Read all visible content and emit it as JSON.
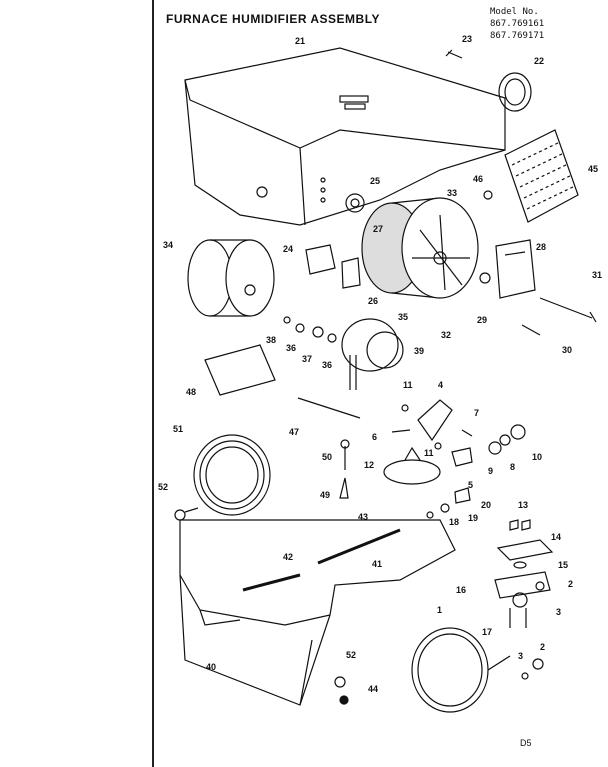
{
  "title": "FURNACE HUMIDIFIER ASSEMBLY",
  "model": {
    "label": "Model No.",
    "numbers": [
      "867.769161",
      "867.769171"
    ]
  },
  "code": "D5",
  "parts": [
    {
      "id": "p21",
      "label": "21"
    },
    {
      "id": "p23",
      "label": "23"
    },
    {
      "id": "p22",
      "label": "22"
    },
    {
      "id": "p25",
      "label": "25"
    },
    {
      "id": "p33",
      "label": "33"
    },
    {
      "id": "p46",
      "label": "46"
    },
    {
      "id": "p45",
      "label": "45"
    },
    {
      "id": "p27",
      "label": "27"
    },
    {
      "id": "p34",
      "label": "34"
    },
    {
      "id": "p24",
      "label": "24"
    },
    {
      "id": "p28",
      "label": "28"
    },
    {
      "id": "p31",
      "label": "31"
    },
    {
      "id": "p26",
      "label": "26"
    },
    {
      "id": "p32",
      "label": "32"
    },
    {
      "id": "p29",
      "label": "29"
    },
    {
      "id": "p35",
      "label": "35"
    },
    {
      "id": "p30",
      "label": "30"
    },
    {
      "id": "p38a",
      "label": "38"
    },
    {
      "id": "p36a",
      "label": "36"
    },
    {
      "id": "p37",
      "label": "37"
    },
    {
      "id": "p36b",
      "label": "36"
    },
    {
      "id": "p39",
      "label": "39"
    },
    {
      "id": "p48",
      "label": "48"
    },
    {
      "id": "p11a",
      "label": "11"
    },
    {
      "id": "p4",
      "label": "4"
    },
    {
      "id": "p7",
      "label": "7"
    },
    {
      "id": "p47",
      "label": "47"
    },
    {
      "id": "p6",
      "label": "6"
    },
    {
      "id": "p51",
      "label": "51"
    },
    {
      "id": "p11b",
      "label": "11"
    },
    {
      "id": "p12",
      "label": "12"
    },
    {
      "id": "p9",
      "label": "9"
    },
    {
      "id": "p8",
      "label": "8"
    },
    {
      "id": "p10",
      "label": "10"
    },
    {
      "id": "p50",
      "label": "50"
    },
    {
      "id": "p5",
      "label": "5"
    },
    {
      "id": "p49",
      "label": "49"
    },
    {
      "id": "p20",
      "label": "20"
    },
    {
      "id": "p52a",
      "label": "52"
    },
    {
      "id": "p18",
      "label": "18"
    },
    {
      "id": "p19",
      "label": "19"
    },
    {
      "id": "p13",
      "label": "13"
    },
    {
      "id": "p43",
      "label": "43"
    },
    {
      "id": "p14",
      "label": "14"
    },
    {
      "id": "p42",
      "label": "42"
    },
    {
      "id": "p41",
      "label": "41"
    },
    {
      "id": "p15",
      "label": "15"
    },
    {
      "id": "p16",
      "label": "16"
    },
    {
      "id": "p2a",
      "label": "2"
    },
    {
      "id": "p3a",
      "label": "3"
    },
    {
      "id": "p1",
      "label": "1"
    },
    {
      "id": "p17",
      "label": "17"
    },
    {
      "id": "p40",
      "label": "40"
    },
    {
      "id": "p52b",
      "label": "52"
    },
    {
      "id": "p3b",
      "label": "3"
    },
    {
      "id": "p2b",
      "label": "2"
    },
    {
      "id": "p44",
      "label": "44"
    }
  ]
}
